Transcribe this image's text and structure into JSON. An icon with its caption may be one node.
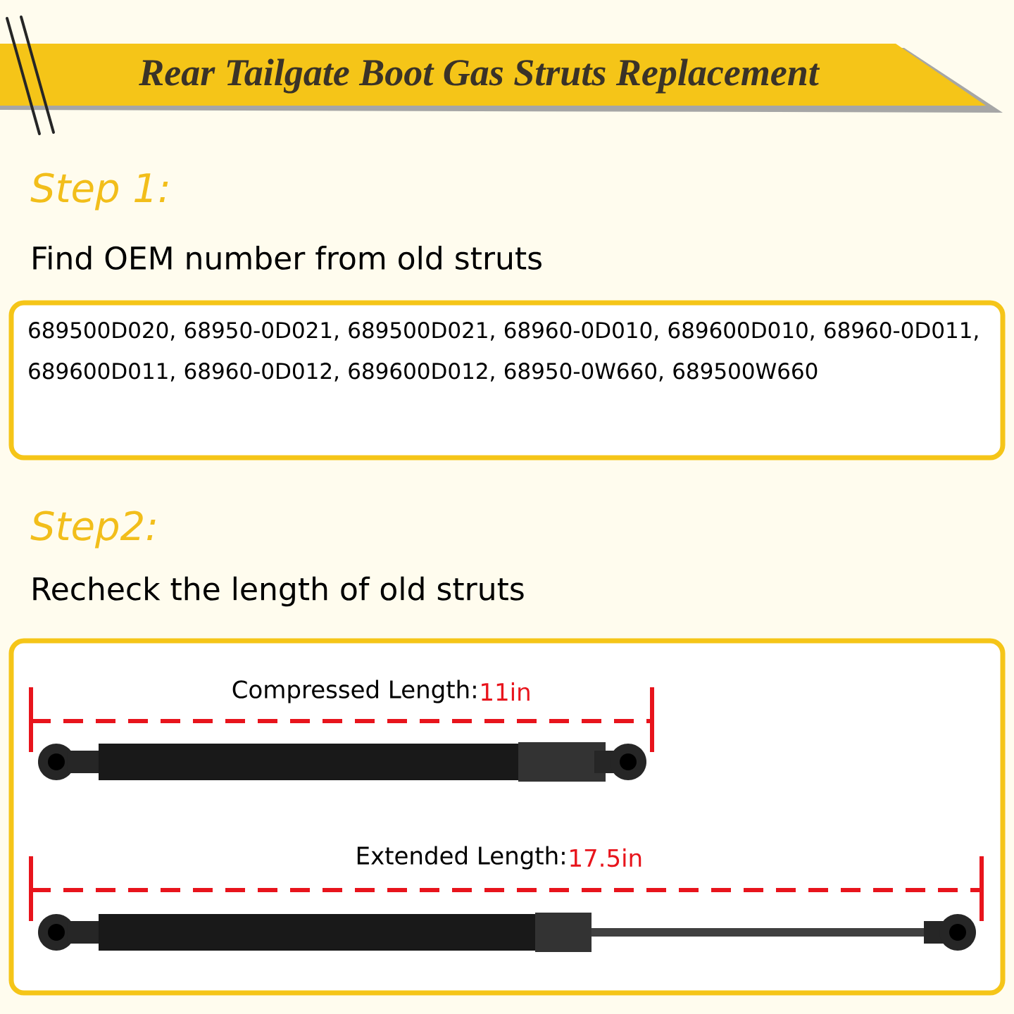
{
  "diagram": {
    "title": "Rear Tailgate Boot Gas Struts Replacement",
    "nodes": [
      {
        "text": [
          "689500D020, 68950-0D021, 689500D021, 68960-0D010, 689600D010, 68960-0D011, 689600D011, 68960-0D012, 689600D012, 68950-0W660, 689500W660"
        ]
      },
      {
        "text": [
          "Compressed Length:",
          "11in",
          "Extended Length:",
          "17.5in"
        ]
      }
    ],
    "labels": [
      "Step 1:",
      "Find OEM number from old struts",
      "Step2:",
      "Recheck the length of old struts"
    ]
  }
}
